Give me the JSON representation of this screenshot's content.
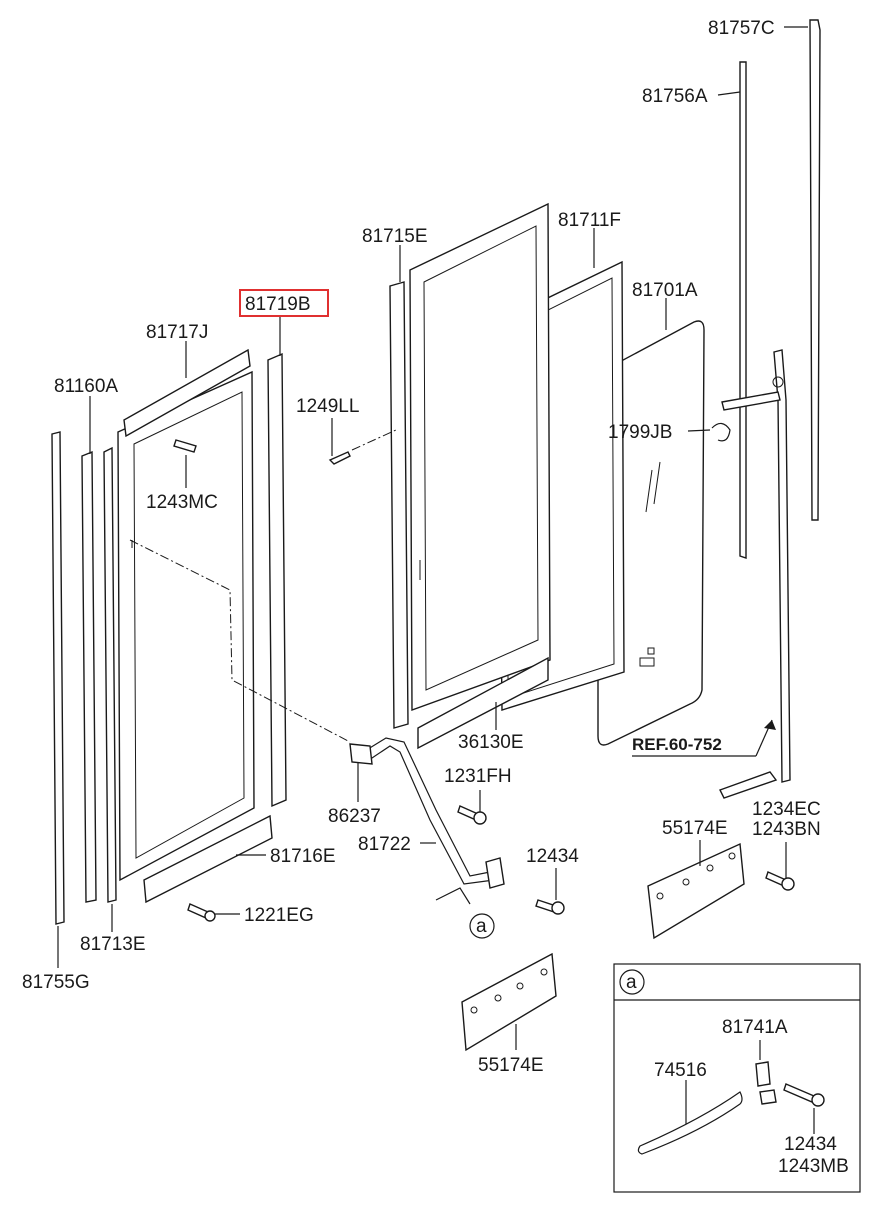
{
  "highlight_color": "#e03030",
  "labels": {
    "p81757C": "81757C",
    "p81756A": "81756A",
    "p81715E": "81715E",
    "p81711F": "81711F",
    "p81719B": "81719B",
    "p81701A": "81701A",
    "p81717J": "81717J",
    "p81160A": "81160A",
    "p1249LL": "1249LL",
    "p1799JB": "1799JB",
    "p1243MC": "1243MC",
    "p36130E": "36130E",
    "ref": "REF.60-752",
    "p1231FH": "1231FH",
    "p86237": "86237",
    "p1234EC": "1234EC",
    "p1243BN": "1243BN",
    "p81722": "81722",
    "p55174E_r": "55174E",
    "p81716E": "81716E",
    "p12434_mid": "12434",
    "p1221EG": "1221EG",
    "p81713E": "81713E",
    "p81755G": "81755G",
    "p55174E_b": "55174E",
    "callout_a": "a",
    "inset_a": "a",
    "p81741A": "81741A",
    "p74516": "74516",
    "p12434_inset": "12434",
    "p1243MB": "1243MB"
  }
}
